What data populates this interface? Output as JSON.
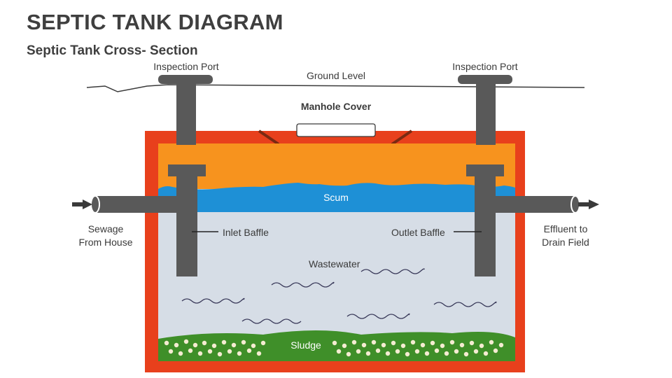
{
  "header": {
    "title": "SEPTIC TANK DIAGRAM",
    "subtitle": "Septic Tank Cross- Section"
  },
  "labels": {
    "inspection_port_left": "Inspection Port",
    "inspection_port_right": "Inspection Port",
    "ground_level": "Ground Level",
    "manhole_cover": "Manhole Cover",
    "scum": "Scum",
    "inlet_baffle": "Inlet Baffle",
    "outlet_baffle": "Outlet Baffle",
    "wastewater": "Wastewater",
    "sludge": "Sludge",
    "sewage_line1": "Sewage",
    "sewage_line2": "From House",
    "effluent_line1": "Effluent to",
    "effluent_line2": "Drain Field"
  },
  "colors": {
    "tank_wall": "#e8401c",
    "scum_layer": "#f7931e",
    "liquid_surface": "#1e90d6",
    "wastewater": "#d6dde6",
    "sludge": "#3f8f29",
    "pipe": "#595959",
    "text": "#3f3f3f"
  }
}
